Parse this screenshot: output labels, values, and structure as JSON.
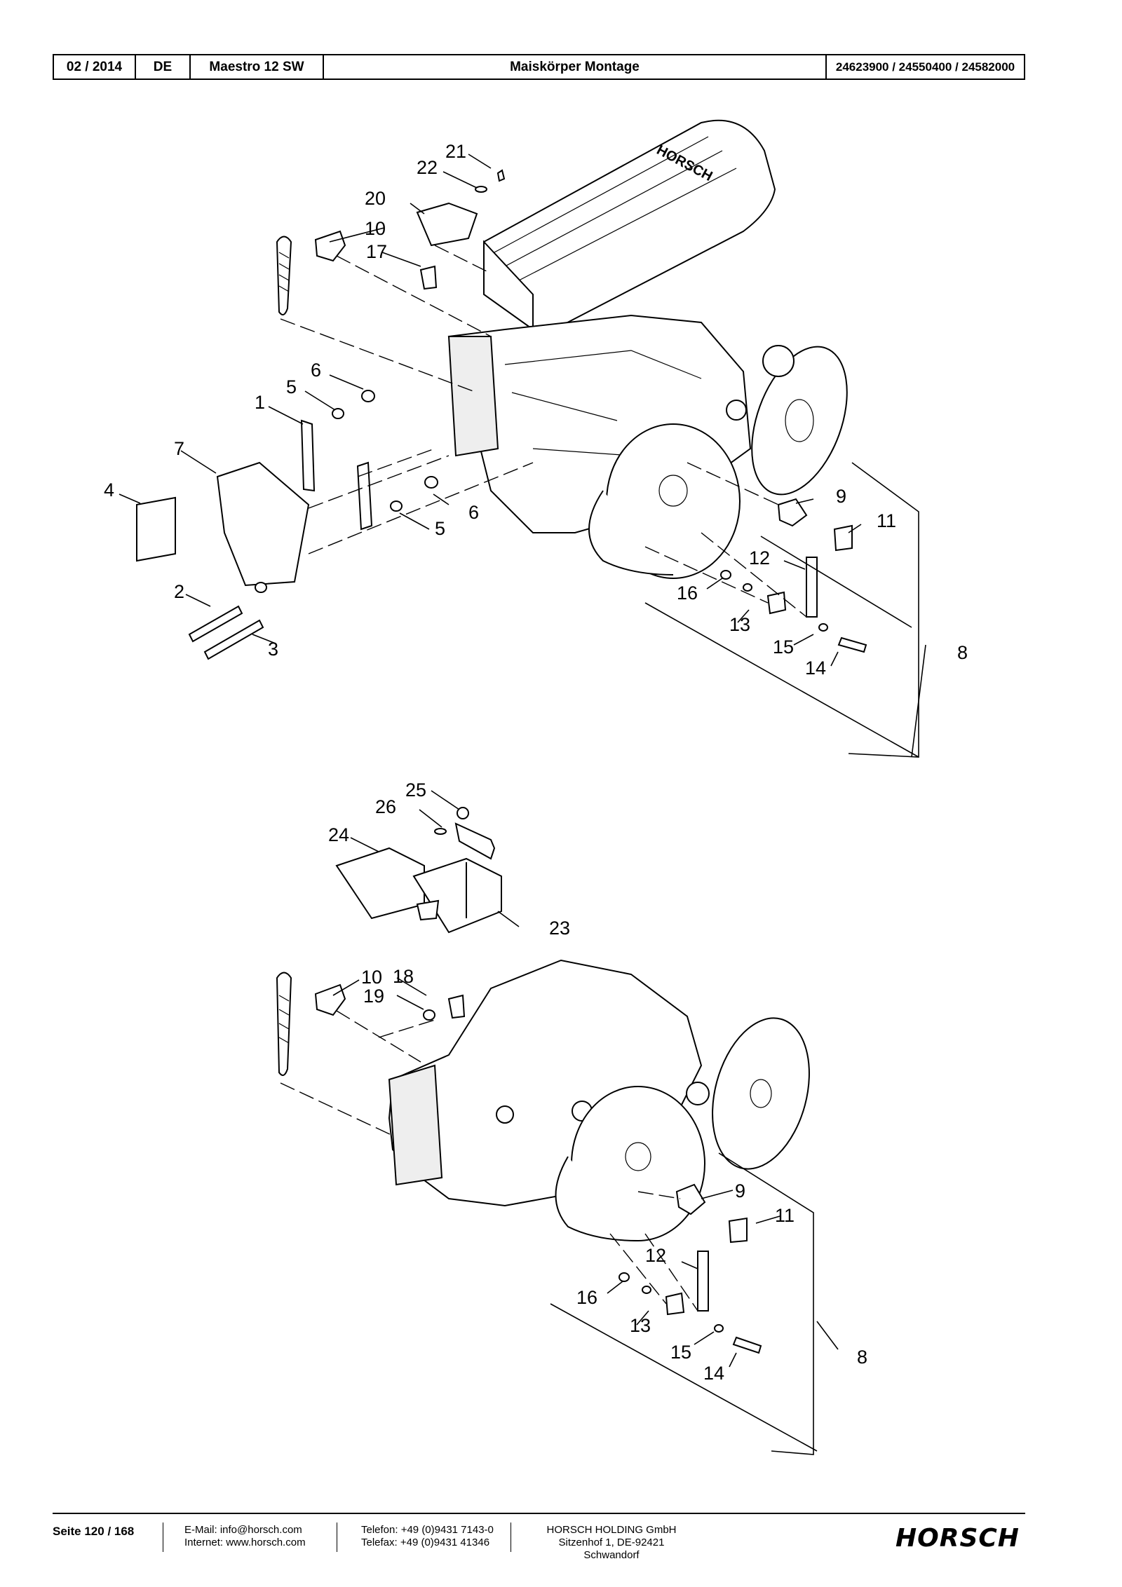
{
  "header": {
    "date": "02 / 2014",
    "lang": "DE",
    "model": "Maestro 12 SW",
    "title": "Maiskörper Montage",
    "numbers": "24623900 / 24550400 / 24582000"
  },
  "diagram_top": {
    "callouts": [
      "21",
      "22",
      "20",
      "10",
      "17",
      "6",
      "5",
      "1",
      "7",
      "4",
      "2",
      "3",
      "6",
      "5",
      "9",
      "11",
      "12",
      "16",
      "13",
      "15",
      "14",
      "8"
    ]
  },
  "diagram_bottom": {
    "callouts": [
      "25",
      "26",
      "24",
      "23",
      "10",
      "18",
      "19",
      "9",
      "11",
      "12",
      "16",
      "13",
      "15",
      "14",
      "8"
    ]
  },
  "footer": {
    "page": "Seite 120 / 168",
    "email": "E-Mail: info@horsch.com",
    "internet": "Internet: www.horsch.com",
    "phone": "Telefon: +49 (0)9431 7143-0",
    "fax": "Telefax: +49 (0)9431 41346",
    "company": "HORSCH HOLDING GmbH",
    "address": "Sitzenhof 1, DE-92421 Schwandorf",
    "logo": "HORSCH"
  }
}
